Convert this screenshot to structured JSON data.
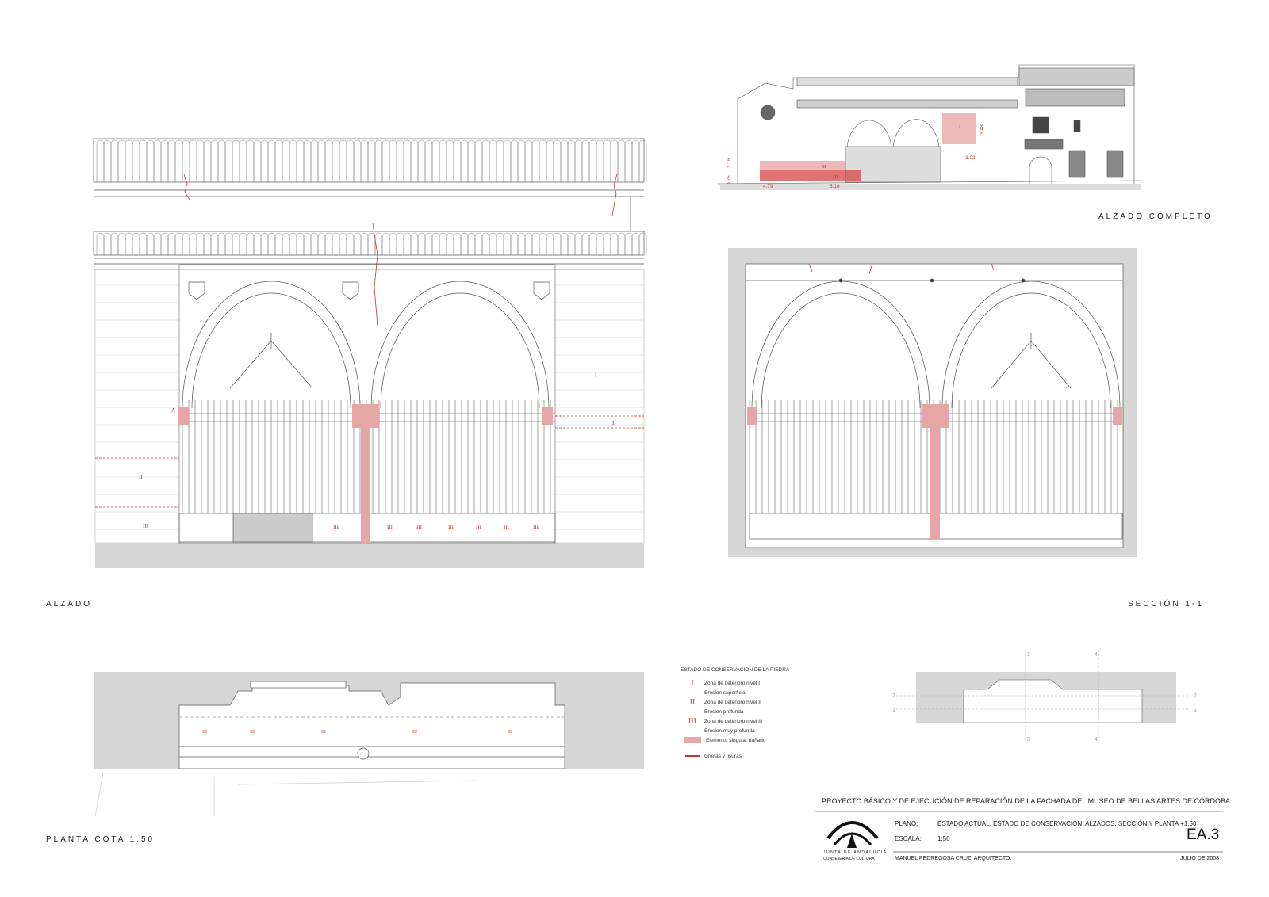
{
  "labels": {
    "alzado": "ALZADO",
    "seccion": "SECCIÓN 1-1",
    "alzado_completo": "ALZADO COMPLETO",
    "planta": "PLANTA COTA 1.50"
  },
  "elevation_dimensions": [
    "1.16",
    "0.75",
    "4.79",
    "5.18",
    "3.02",
    "3.48"
  ],
  "zone_marks": {
    "I": "I",
    "II": "II",
    "III": "III",
    "A": "A"
  },
  "plan_axes": [
    "1",
    "2",
    "3",
    "4"
  ],
  "legend": {
    "title": "ESTADO DE CONSERVACION DE LA PIEDRA",
    "items": [
      {
        "symbol": "I",
        "label": "Zona de deterioro nivel I"
      },
      {
        "symbol": "",
        "label": "Erosion superficial"
      },
      {
        "symbol": "II",
        "label": "Zona de deterioro nivel II"
      },
      {
        "symbol": "",
        "label": "Erosion profunda"
      },
      {
        "symbol": "III",
        "label": "Zona de deterioro nivel III"
      },
      {
        "symbol": "",
        "label": "Erosion muy profunda"
      },
      {
        "symbol": "swatch",
        "label": "Elemento singular dañado"
      },
      {
        "symbol": "line",
        "label": "Grietas y fisuras"
      }
    ]
  },
  "title_block": {
    "project": "PROYECTO BÁSICO Y DE EJECUCIÓN DE REPARACIÓN DE LA FACHADA DEL MUSEO DE BELLAS ARTES DE CÓRDOBA",
    "plano_label": "PLANO:",
    "plano_value": "ESTADO ACTUAL. ESTADO DE CONSERVACIÓN. ALZADOS, SECCIÓN Y PLANTA +1,50",
    "escala_label": "ESCALA:",
    "escala_value": "1:50",
    "sheet": "EA.3",
    "logo_line1": "JUNTA DE ANDALUCIA",
    "logo_line2": "CONSEJERIA DE CULTURA",
    "author": "MANUEL PEDREGOSA CRUZ. ARQUITECTO.",
    "date": "JULIO DE 2008"
  },
  "colors": {
    "damage": "#c0392b",
    "damage_fill": "#e7a6a6",
    "ground": "#d6d6d6",
    "line": "#555555"
  }
}
